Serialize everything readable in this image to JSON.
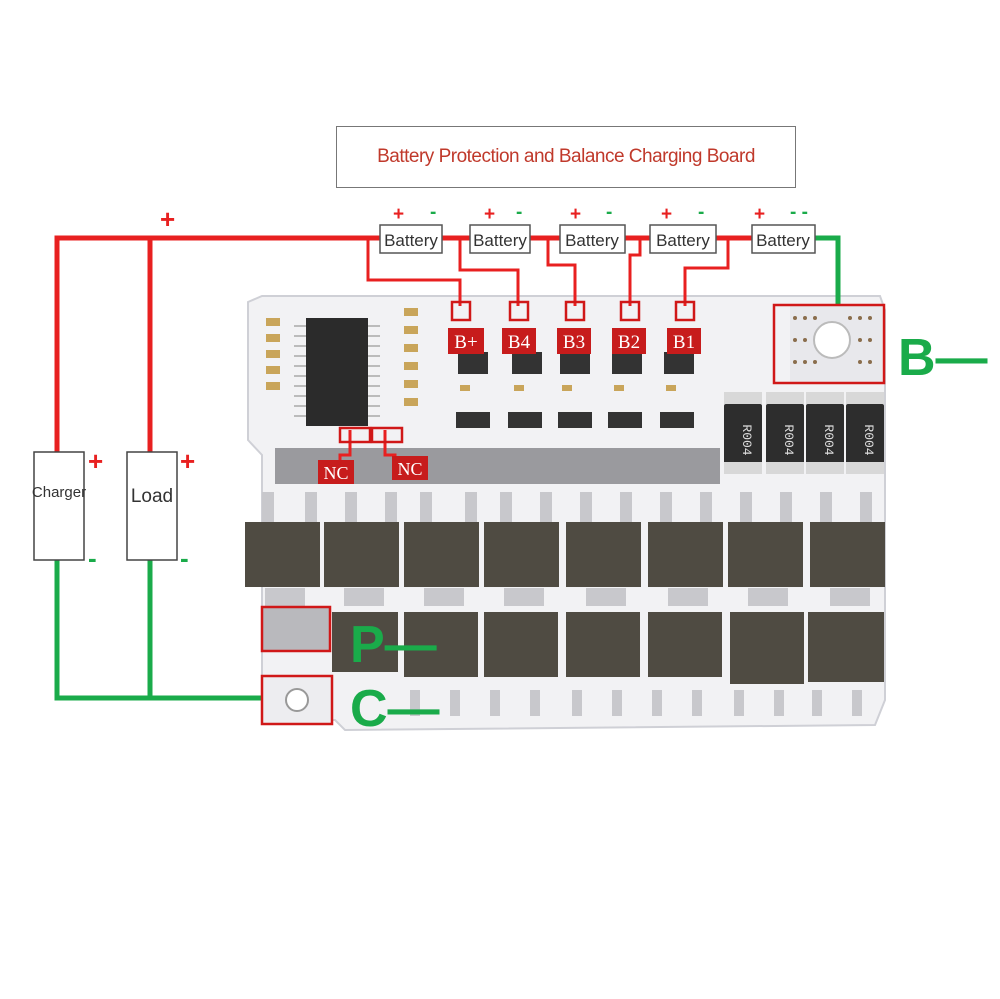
{
  "title": "Battery Protection and Balance Charging Board",
  "colors": {
    "positive_wire": "#e82020",
    "negative_wire": "#1aab4a",
    "pad_outline": "#d01818",
    "board": "#f2f2f4",
    "mosfet": "#4f4b42"
  },
  "batteries": [
    {
      "label": "Battery",
      "plus": "+",
      "minus": "-"
    },
    {
      "label": "Battery",
      "plus": "+",
      "minus": "-"
    },
    {
      "label": "Battery",
      "plus": "+",
      "minus": "-"
    },
    {
      "label": "Battery",
      "plus": "+",
      "minus": "-"
    },
    {
      "label": "Battery",
      "plus": "+",
      "minus": "- -"
    }
  ],
  "pads": [
    "B+",
    "B4",
    "B3",
    "B2",
    "B1"
  ],
  "nc_labels": [
    "NC",
    "NC"
  ],
  "charger": {
    "label": "Charger",
    "plus": "+",
    "minus": "-"
  },
  "load": {
    "label": "Load",
    "plus": "+",
    "minus": "-"
  },
  "main_plus": "+",
  "terminals": {
    "b_minus": "B—",
    "p_minus": "P—",
    "c_minus": "C—"
  },
  "resistors": [
    "R004",
    "R004",
    "R004",
    "R004"
  ]
}
